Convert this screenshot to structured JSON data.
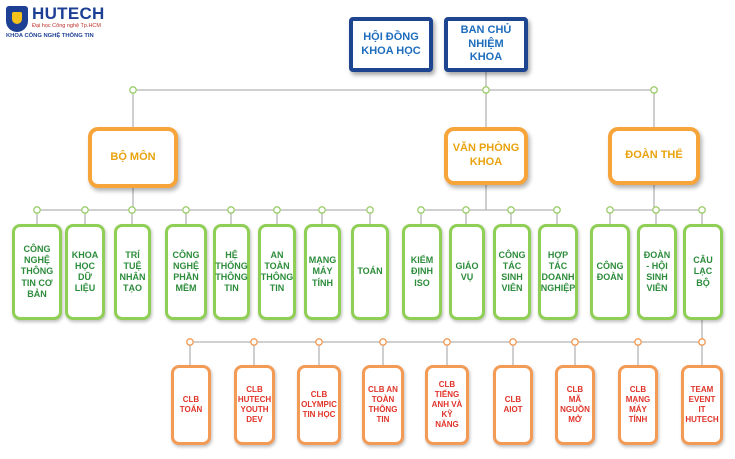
{
  "logo": {
    "name": "HUTECH",
    "subtitle": "Đại học Công nghệ Tp.HCM",
    "faculty": "KHOA CÔNG NGHỆ THÔNG TIN"
  },
  "top": {
    "council": "HỘI ĐỒNG KHOA HỌC",
    "board": "BAN CHỦ NHIỆM KHOA"
  },
  "groups": {
    "departments": "BỘ MÔN",
    "office": "VĂN PHÒNG KHOA",
    "unions": "ĐOÀN THỂ"
  },
  "departments": [
    "CÔNG NGHỆ THÔNG TIN CƠ BẢN",
    "KHOA HỌC DỮ LIỆU",
    "TRÍ TUỆ NHÂN TẠO",
    "CÔNG NGHỆ PHẦN MỀM",
    "HỆ THỐNG THÔNG TIN",
    "AN TOÀN THÔNG TIN",
    "MẠNG MÁY TÍNH",
    "TOÁN"
  ],
  "office": [
    "KIỂM ĐỊNH ISO",
    "GIÁO VỤ",
    "CÔNG TÁC SINH VIÊN",
    "HỢP TÁC DOANH NGHIỆP"
  ],
  "unions": [
    "CÔNG ĐOÀN",
    "ĐOÀN - HỘI SINH VIÊN",
    "CÂU LẠC BỘ"
  ],
  "clubs": [
    "CLB TOÁN",
    "CLB HUTECH YOUTH DEV",
    "CLB OLYMPIC TIN HỌC",
    "CLB AN TOÀN THÔNG TIN",
    "CLB TIẾNG ANH VÀ KỸ NĂNG",
    "CLB AIOT",
    "CLB MÃ NGUỒN MỞ",
    "CLB MẠNG MÁY TÍNH",
    "TEAM EVENT IT HUTECH"
  ],
  "colors": {
    "line": "#b5b5b5",
    "top_border": "#1e4590",
    "top_text": "#1e6dbd",
    "group_border": "#f7a43a",
    "group_text": "#e8a30e",
    "unit_border": "#8fcf55",
    "unit_text": "#2c8c3b",
    "club_border": "#f39a55",
    "club_text": "#e0342a"
  }
}
